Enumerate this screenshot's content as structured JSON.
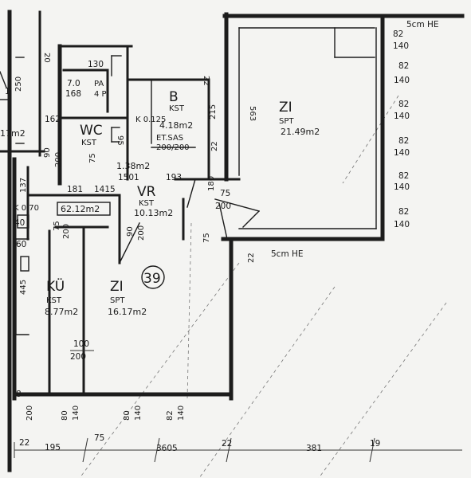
{
  "rooms": {
    "zi_large": {
      "name": "ZI",
      "floor": "SPT",
      "area": "21.49m2",
      "dim": "563"
    },
    "b": {
      "name": "B",
      "floor": "KST",
      "area": "4.18m2",
      "k": "K 0.125"
    },
    "wc": {
      "name": "WC",
      "floor": "KST"
    },
    "pa": {
      "name": "PA",
      "size": "4 P",
      "w": "7.0",
      "d": "168"
    },
    "vr": {
      "name": "VR",
      "floor": "KST",
      "area": "10.13m2"
    },
    "ku": {
      "name": "KÜ",
      "floor": "KST",
      "area": "8.77m2",
      "k": "K 0.70"
    },
    "zi_small": {
      "name": "ZI",
      "floor": "SPT",
      "area": "16.17m2"
    },
    "etsas": {
      "label": "ET.SAS",
      "size": "200/200"
    },
    "closet": {
      "area": "1.38m2"
    },
    "hall_niche": {
      "area": "62.12m2"
    }
  },
  "unit_number": "39",
  "labels": {
    "he_top": "5cm HE",
    "he_mid": "5cm HE",
    "left_area": "17m2"
  },
  "window_dims": {
    "pair_top": [
      "82",
      "140"
    ],
    "stack": [
      [
        "82",
        "140"
      ],
      [
        "82",
        "140"
      ],
      [
        "82",
        "140"
      ],
      [
        "82",
        "140"
      ],
      [
        "82",
        "140"
      ]
    ]
  },
  "dims": {
    "d20": "20",
    "d250": "250",
    "d162": "162",
    "d130": "130",
    "d90a": "90",
    "d200a": "200",
    "d75a": "75",
    "d95": "95",
    "d181": "181",
    "d1415": "1415",
    "d1501": "1501",
    "d193": "193",
    "d215": "215",
    "d22a": "22",
    "d22b": "22",
    "d180": "180",
    "d75b": "75",
    "d200b": "200",
    "d137": "137",
    "d40": "40",
    "d60": "60",
    "d445": "445",
    "d75c": "75",
    "d200c": "200",
    "d90b": "90",
    "d200d": "200",
    "d75d": "75",
    "d22c": "22",
    "d100": "100",
    "d200e": "200",
    "b200f": "200",
    "b80a": "80",
    "b140a": "140",
    "b80b": "80",
    "b140b": "140",
    "b82": "82",
    "b140c": "140",
    "r22": "22",
    "r195": "195",
    "r75": "75",
    "r3605": "3605",
    "r22b": "22",
    "r381": "381",
    "r19": "19",
    "d1": "1",
    "d8": "8"
  }
}
